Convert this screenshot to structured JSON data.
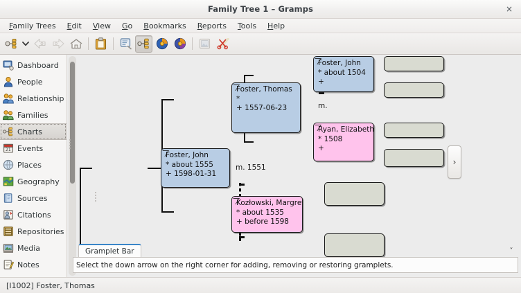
{
  "window": {
    "title": "Family Tree 1 – Gramps",
    "close_label": "×"
  },
  "menubar": {
    "items": [
      {
        "label": "Family Trees",
        "mnemonic": "F"
      },
      {
        "label": "Edit",
        "mnemonic": "E"
      },
      {
        "label": "View",
        "mnemonic": "V"
      },
      {
        "label": "Go",
        "mnemonic": "G"
      },
      {
        "label": "Bookmarks",
        "mnemonic": "B"
      },
      {
        "label": "Reports",
        "mnemonic": "R"
      },
      {
        "label": "Tools",
        "mnemonic": "T"
      },
      {
        "label": "Help",
        "mnemonic": "H"
      }
    ]
  },
  "toolbar": {
    "buttons": [
      {
        "name": "person-chart-icon",
        "active": false
      },
      {
        "name": "chevron-down-icon",
        "active": false
      },
      {
        "name": "back-arrow-icon",
        "active": false
      },
      {
        "name": "forward-arrow-icon",
        "active": false
      },
      {
        "name": "home-icon",
        "active": false
      },
      {
        "name": "clipboard-icon",
        "active": false
      },
      {
        "name": "configure-view-icon",
        "active": false
      },
      {
        "name": "charts-view-icon",
        "active": true
      },
      {
        "name": "person-add-icon",
        "active": false
      },
      {
        "name": "person-edit-icon",
        "active": false
      },
      {
        "name": "media-icon",
        "active": false
      },
      {
        "name": "scissors-icon",
        "active": false
      }
    ]
  },
  "sidebar": {
    "items": [
      {
        "label": "Dashboard",
        "icon": "dashboard-icon",
        "selected": false
      },
      {
        "label": "People",
        "icon": "people-icon",
        "selected": false
      },
      {
        "label": "Relationships",
        "icon": "relationships-icon",
        "selected": false
      },
      {
        "label": "Families",
        "icon": "families-icon",
        "selected": false
      },
      {
        "label": "Charts",
        "icon": "charts-icon",
        "selected": true
      },
      {
        "label": "Events",
        "icon": "events-icon",
        "selected": false
      },
      {
        "label": "Places",
        "icon": "places-icon",
        "selected": false
      },
      {
        "label": "Geography",
        "icon": "geography-icon",
        "selected": false
      },
      {
        "label": "Sources",
        "icon": "sources-icon",
        "selected": false
      },
      {
        "label": "Citations",
        "icon": "citations-icon",
        "selected": false
      },
      {
        "label": "Repositories",
        "icon": "repositories-icon",
        "selected": false
      },
      {
        "label": "Media",
        "icon": "media-icon",
        "selected": false
      },
      {
        "label": "Notes",
        "icon": "notes-icon",
        "selected": false
      }
    ]
  },
  "chart": {
    "persons": [
      {
        "id": "p-foster-john-1555",
        "name": "Foster, John",
        "birth": "* about 1555",
        "death": "+ 1598-01-31",
        "gender": "male"
      },
      {
        "id": "p-foster-thomas",
        "name": "Foster, Thomas",
        "birth": "*",
        "death": "+ 1557-06-23",
        "gender": "male"
      },
      {
        "id": "p-kozlowski-margret",
        "name": "Kozłowski, Margret",
        "birth": "* about 1535",
        "death": "+ before 1598",
        "gender": "female"
      },
      {
        "id": "p-foster-john-1504",
        "name": "Foster, John",
        "birth": "* about 1504",
        "death": "+",
        "gender": "male"
      },
      {
        "id": "p-ryan-elizabeth",
        "name": "Ryan, Elizabeth",
        "birth": "* 1508",
        "death": "+",
        "gender": "female"
      }
    ],
    "marriages": [
      {
        "id": "m-1551",
        "label": "m. 1551"
      },
      {
        "id": "m-blank",
        "label": "m."
      }
    ],
    "expand_button_label": "›"
  },
  "gramplet": {
    "tab_label": "Gramplet Bar",
    "message": "Select the down arrow on the right corner for adding, removing or restoring gramplets.",
    "caret_label": "˅"
  },
  "statusbar": {
    "text": "[I1002] Foster, Thomas"
  }
}
